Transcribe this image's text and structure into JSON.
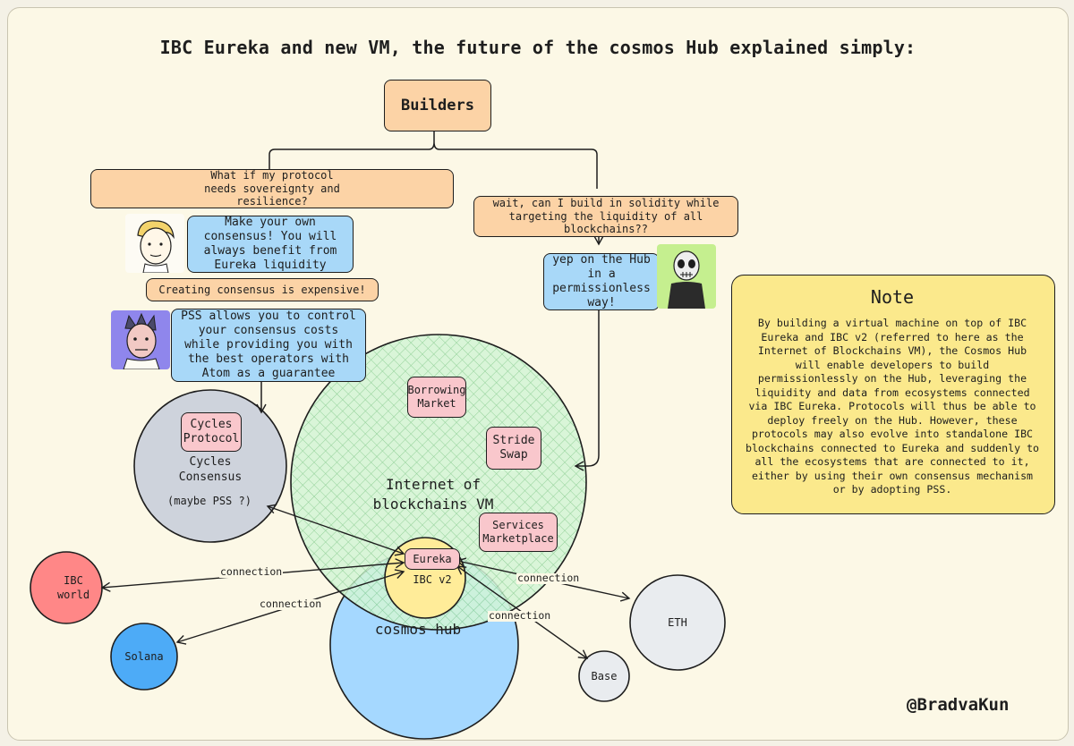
{
  "title": "IBC Eureka and new VM, the future of the cosmos Hub explained simply:",
  "builders": "Builders",
  "left_question": "What if my protocol needs sovereignty and resilience?",
  "left_answer": "Make your own consensus! You will always benefit from Eureka liquidity",
  "expensive": "Creating consensus is expensive!",
  "pss_answer": "PSS allows you to control your consensus costs while providing you with the best operators with Atom as a guarantee",
  "right_question": "wait, can I build in solidity while targeting the liquidity of all blockchains??",
  "right_answer": "yep on the Hub in a permissionless way!",
  "cycles": {
    "protocol": "Cycles Protocol",
    "consensus": "Cycles Consensus",
    "maybe": "(maybe PSS ?)"
  },
  "vm": {
    "label": "Internet of blockchains VM",
    "borrowing": "Borrowing Market",
    "stride": "Stride Swap",
    "services": "Services Marketplace"
  },
  "hub": {
    "label": "cosmos hub",
    "eureka": "Eureka",
    "ibcv2": "IBC v2"
  },
  "nodes": {
    "ibc_world": "IBC world",
    "solana": "Solana",
    "eth": "ETH",
    "base": "Base"
  },
  "edges": {
    "ibc_world": "connection",
    "solana": "connection",
    "eth": "connection",
    "base": "connection"
  },
  "note": {
    "heading": "Note",
    "body": "By building a virtual machine on top of IBC Eureka and IBC v2 (referred to here as the Internet of Blockchains VM), the Cosmos Hub will enable developers to build permissionlessly on the Hub, leveraging the liquidity and data from ecosystems connected via IBC Eureka. Protocols will thus be able to deploy freely on the Hub. However, these protocols may also evolve into standalone IBC blockchains connected to Eureka and suddenly to all the ecosystems that are connected to it, either by using their own consensus mechanism or by adopting PSS."
  },
  "signature": "@BradvaKun",
  "colors": {
    "orange_box": "#fcd3a6",
    "blue_box": "#a8d8f8",
    "pink_box": "#f9c7cc",
    "cycles_circle": "#ced3dc",
    "vm_circle": "#b2f2bb",
    "hub_circle": "#a5d8ff",
    "ibcv2_circle": "#ffec99",
    "ibc_world": "#ff8787",
    "solana": "#4dabf7",
    "eth_base": "#e9ecef",
    "note": "#fbe98c"
  }
}
